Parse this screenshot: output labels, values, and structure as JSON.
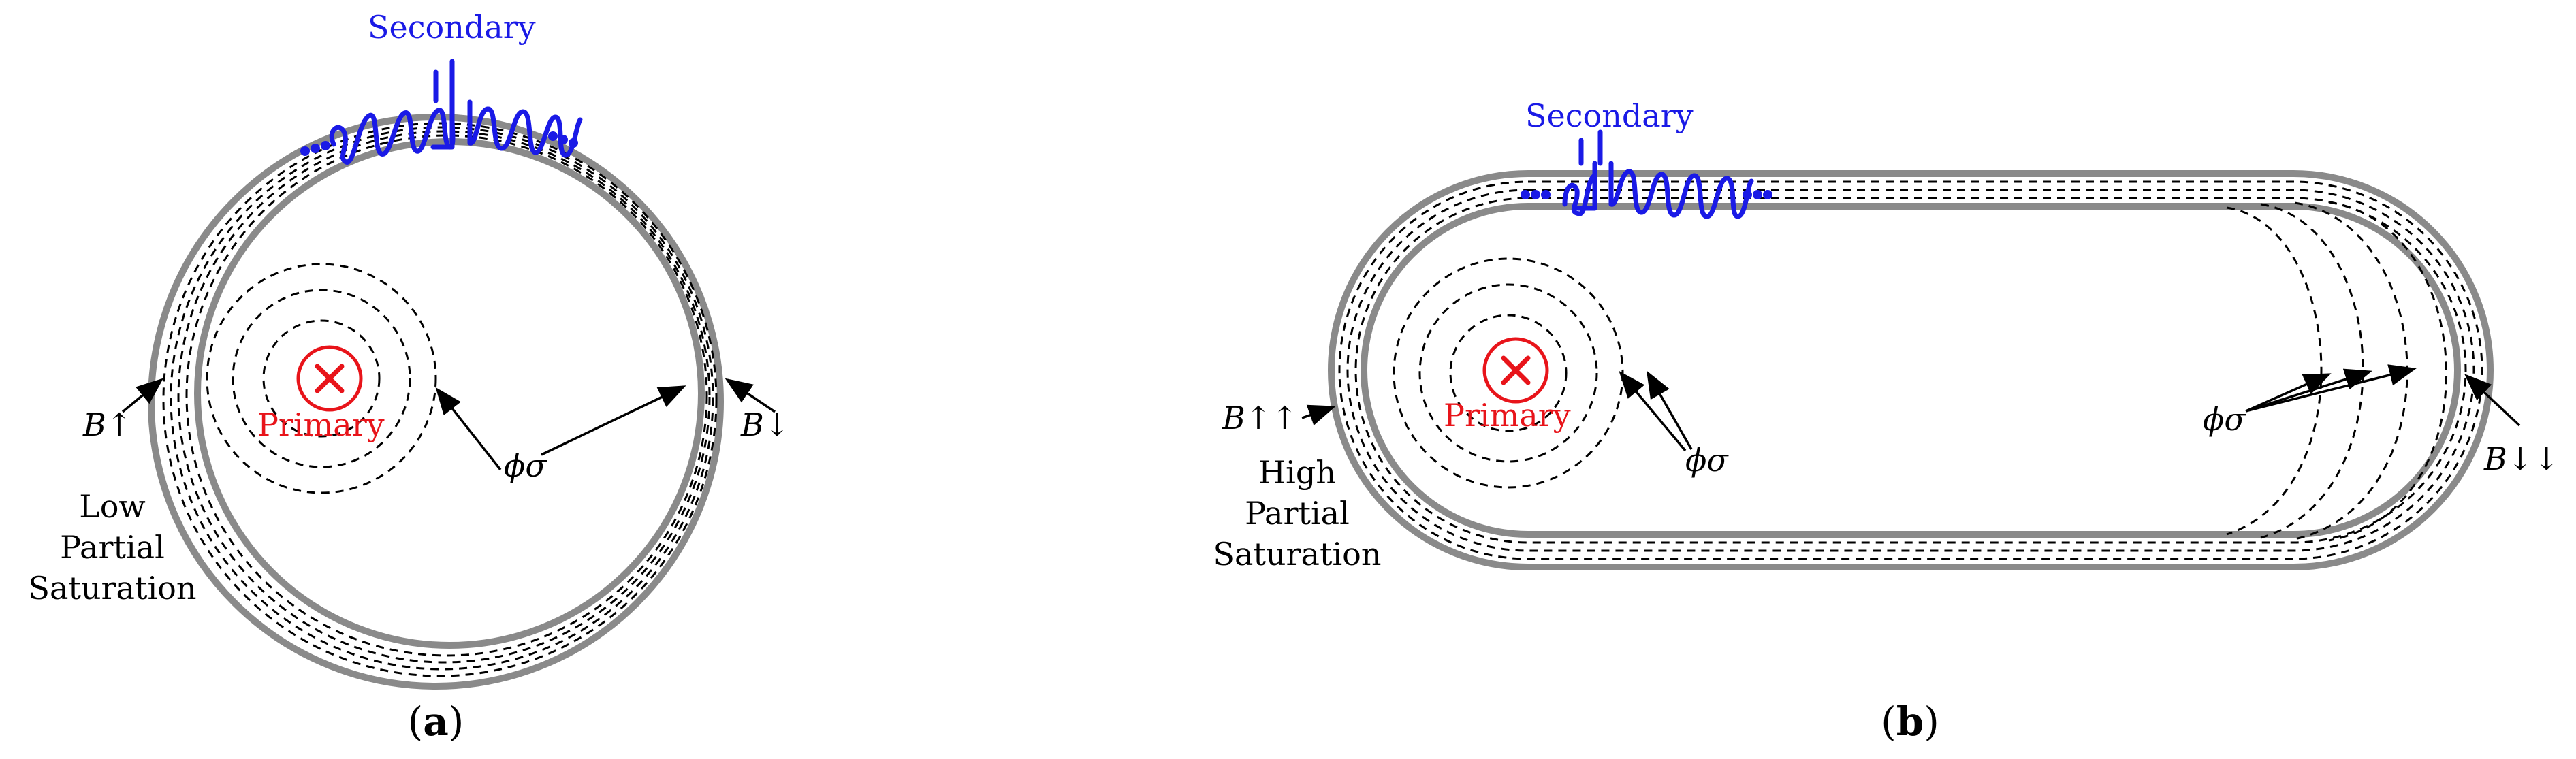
{
  "panel_a": {
    "secondary_label": "Secondary",
    "primary_label": "Primary",
    "flux_label": "ϕσ",
    "b_left_label": "B↑",
    "b_right_label": "B↓",
    "saturation_label": [
      "Low",
      "Partial",
      "Saturation"
    ],
    "caption_open": "(",
    "caption_letter": "a",
    "caption_close": ")"
  },
  "panel_b": {
    "secondary_label": "Secondary",
    "primary_label": "Primary",
    "flux_label_left": "ϕσ",
    "flux_label_right": "ϕσ",
    "b_left_label": "B↑↑",
    "b_right_label": "B↓↓",
    "saturation_label": [
      "High",
      "Partial",
      "Saturation"
    ],
    "caption_open": "(",
    "caption_letter": "b",
    "caption_close": ")"
  },
  "colors": {
    "core": "#8a8a8a",
    "secondary": "#1a1ae6",
    "primary": "#e8141a",
    "flux": "#000000"
  }
}
